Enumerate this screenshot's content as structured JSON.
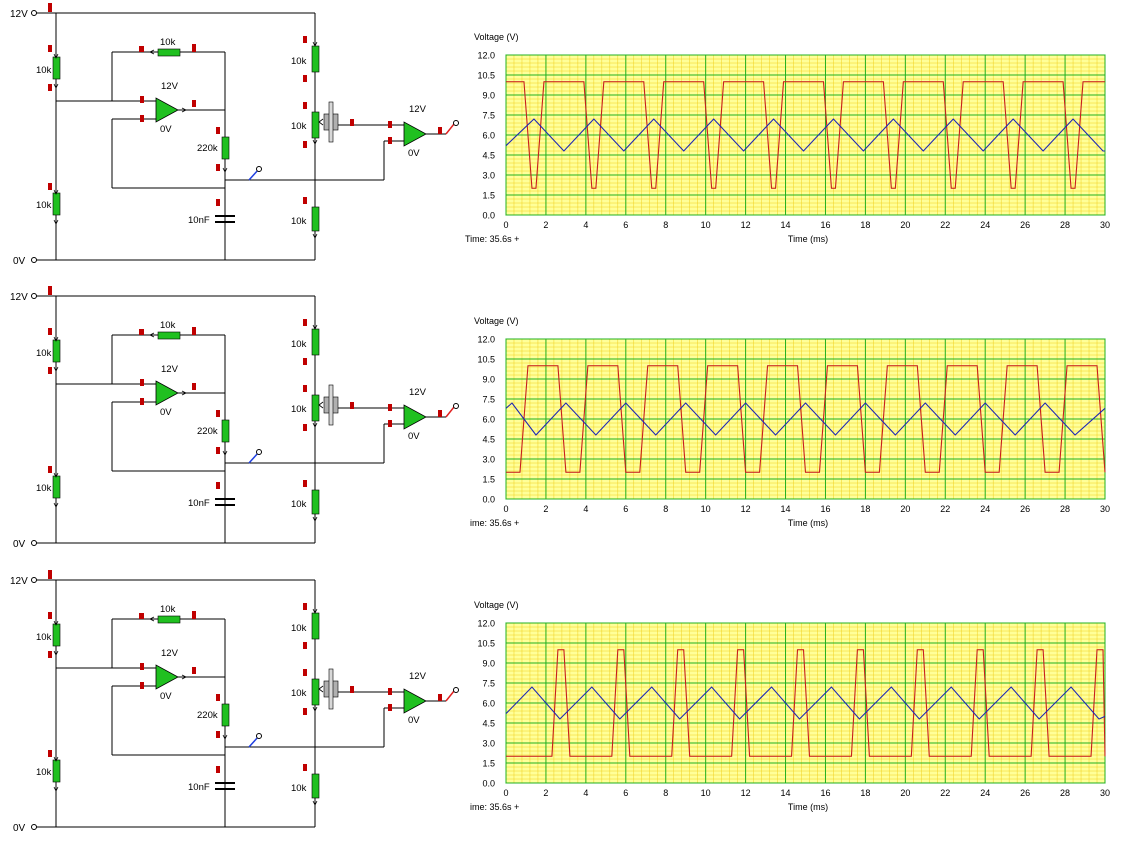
{
  "circuit": {
    "supply_label": "12V",
    "ground_label": "0V",
    "r_top_left": "10k",
    "r_bottom_left": "10k",
    "r_feedback": "10k",
    "opamp1_vplus": "12V",
    "opamp1_vminus": "0V",
    "r_timing": "220k",
    "capacitor": "10nF",
    "r_div_top": "10k",
    "pot": "10k",
    "r_div_bottom": "10k",
    "opamp2_vplus": "12V",
    "opamp2_vminus": "0V"
  },
  "chart_data": [
    {
      "type": "line",
      "title": "",
      "ylabel": "Voltage (V)",
      "xlabel": "Time (ms)",
      "time_readout": "Time:  35.6s +",
      "xlim": [
        0,
        30
      ],
      "ylim": [
        0,
        12
      ],
      "x_ticks": [
        "0",
        "2",
        "4",
        "6",
        "8",
        "10",
        "12",
        "14",
        "16",
        "18",
        "20",
        "22",
        "24",
        "26",
        "28",
        "30"
      ],
      "y_ticks": [
        "0.0",
        "1.5",
        "3.0",
        "4.5",
        "6.0",
        "7.5",
        "9.0",
        "10.5",
        "12.0"
      ],
      "grid": true,
      "series": [
        {
          "color": "#c81e1e",
          "x": [
            0,
            0.9,
            1.3,
            1.5,
            1.9,
            3.9,
            4.3,
            4.5,
            4.9,
            6.9,
            7.3,
            7.5,
            7.9,
            9.9,
            10.3,
            10.5,
            10.9,
            12.9,
            13.3,
            13.5,
            13.9,
            15.9,
            16.3,
            16.5,
            16.9,
            18.9,
            19.3,
            19.5,
            19.9,
            21.9,
            22.3,
            22.5,
            22.9,
            24.9,
            25.3,
            25.5,
            25.9,
            27.9,
            28.3,
            28.5,
            28.9,
            30
          ],
          "y": [
            10,
            10,
            2,
            2,
            10,
            10,
            2,
            2,
            10,
            10,
            2,
            2,
            10,
            10,
            2,
            2,
            10,
            10,
            2,
            2,
            10,
            10,
            2,
            2,
            10,
            10,
            2,
            2,
            10,
            10,
            2,
            2,
            10,
            10,
            2,
            2,
            10,
            10,
            2,
            2,
            10,
            10
          ]
        },
        {
          "color": "#1e28b4",
          "x": [
            0,
            1.4,
            4.4,
            7.4,
            10.4,
            13.4,
            16.4,
            19.4,
            22.4,
            25.4,
            28.4,
            30
          ],
          "y": [
            5.2,
            7.2,
            7.2,
            7.2,
            7.2,
            7.2,
            7.2,
            7.2,
            7.2,
            7.2,
            7.2,
            4.8
          ],
          "x_valley": [
            2.9,
            5.9,
            8.9,
            11.9,
            14.9,
            17.9,
            20.9,
            23.9,
            26.9,
            29.9
          ],
          "y_valley": 4.8
        }
      ]
    },
    {
      "type": "line",
      "title": "",
      "ylabel": "Voltage (V)",
      "xlabel": "Time (ms)",
      "time_readout": "ime:  35.6s +",
      "xlim": [
        0,
        30
      ],
      "ylim": [
        0,
        12
      ],
      "x_ticks": [
        "0",
        "2",
        "4",
        "6",
        "8",
        "10",
        "12",
        "14",
        "16",
        "18",
        "20",
        "22",
        "24",
        "26",
        "28",
        "30"
      ],
      "y_ticks": [
        "0.0",
        "1.5",
        "3.0",
        "4.5",
        "6.0",
        "7.5",
        "9.0",
        "10.5",
        "12.0"
      ],
      "grid": true,
      "series": [
        {
          "color": "#c81e1e",
          "x": [
            0,
            0.7,
            1.1,
            2.6,
            3.0,
            3.7,
            4.1,
            5.6,
            6.0,
            6.7,
            7.1,
            8.6,
            9.0,
            9.7,
            10.1,
            11.6,
            12.0,
            12.7,
            13.1,
            14.6,
            15.0,
            15.7,
            16.1,
            17.6,
            18.0,
            18.7,
            19.1,
            20.6,
            21.0,
            21.7,
            22.1,
            23.6,
            24.0,
            24.7,
            25.1,
            26.6,
            27.0,
            27.7,
            28.1,
            29.6,
            30
          ],
          "y": [
            2,
            2,
            10,
            10,
            2,
            2,
            10,
            10,
            2,
            2,
            10,
            10,
            2,
            2,
            10,
            10,
            2,
            2,
            10,
            10,
            2,
            2,
            10,
            10,
            2,
            2,
            10,
            10,
            2,
            2,
            10,
            10,
            2,
            2,
            10,
            10,
            2,
            2,
            10,
            10,
            2
          ]
        },
        {
          "color": "#1e28b4",
          "x": [
            0,
            0.3,
            1.5,
            3.0,
            4.5,
            6.0,
            7.5,
            9.0,
            10.5,
            12.0,
            13.5,
            15.0,
            16.5,
            18.0,
            19.5,
            21.0,
            22.5,
            24.0,
            25.5,
            27.0,
            28.5,
            30
          ],
          "y": [
            6.8,
            7.2,
            4.8,
            7.2,
            4.8,
            7.2,
            4.8,
            7.2,
            4.8,
            7.2,
            4.8,
            7.2,
            4.8,
            7.2,
            4.8,
            7.2,
            4.8,
            7.2,
            4.8,
            7.2,
            4.8,
            6.8
          ]
        }
      ]
    },
    {
      "type": "line",
      "title": "",
      "ylabel": "Voltage (V)",
      "xlabel": "Time (ms)",
      "time_readout": "ime:  35.6s +",
      "xlim": [
        0,
        30
      ],
      "ylim": [
        0,
        12
      ],
      "x_ticks": [
        "0",
        "2",
        "4",
        "6",
        "8",
        "10",
        "12",
        "14",
        "16",
        "18",
        "20",
        "22",
        "24",
        "26",
        "28",
        "30"
      ],
      "y_ticks": [
        "0.0",
        "1.5",
        "3.0",
        "4.5",
        "6.0",
        "7.5",
        "9.0",
        "10.5",
        "12.0"
      ],
      "grid": true,
      "series": [
        {
          "color": "#c81e1e",
          "x": [
            0,
            2.3,
            2.6,
            2.9,
            3.2,
            5.3,
            5.6,
            5.9,
            6.2,
            8.3,
            8.6,
            8.9,
            9.2,
            11.3,
            11.6,
            11.9,
            12.2,
            14.3,
            14.6,
            14.9,
            15.2,
            17.3,
            17.6,
            17.9,
            18.2,
            20.3,
            20.6,
            20.9,
            21.2,
            23.3,
            23.6,
            23.9,
            24.2,
            26.3,
            26.6,
            26.9,
            27.2,
            29.3,
            29.6,
            29.9,
            30
          ],
          "y": [
            2,
            2,
            10,
            10,
            2,
            2,
            10,
            10,
            2,
            2,
            10,
            10,
            2,
            2,
            10,
            10,
            2,
            2,
            10,
            10,
            2,
            2,
            10,
            10,
            2,
            2,
            10,
            10,
            2,
            2,
            10,
            10,
            2,
            2,
            10,
            10,
            2,
            2,
            10,
            10,
            2
          ]
        },
        {
          "color": "#1e28b4",
          "x": [
            0,
            1.3,
            2.7,
            4.3,
            5.7,
            7.3,
            8.7,
            10.3,
            11.7,
            13.3,
            14.7,
            16.3,
            17.7,
            19.3,
            20.7,
            22.3,
            23.7,
            25.3,
            26.7,
            28.3,
            29.7,
            30
          ],
          "y": [
            5.2,
            7.2,
            4.8,
            7.2,
            4.8,
            7.2,
            4.8,
            7.2,
            4.8,
            7.2,
            4.8,
            7.2,
            4.8,
            7.2,
            4.8,
            7.2,
            4.8,
            7.2,
            4.8,
            7.2,
            4.8,
            5.0
          ]
        }
      ]
    }
  ]
}
